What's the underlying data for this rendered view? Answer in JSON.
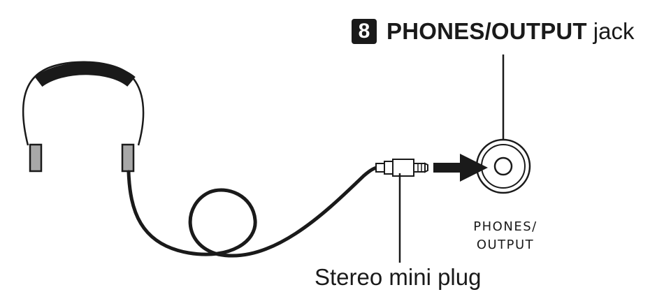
{
  "header": {
    "badge_number": "8",
    "jack_name": "PHONES/OUTPUT",
    "jack_suffix": "jack"
  },
  "jack": {
    "label_line1": "PHONES/",
    "label_line2": "OUTPUT"
  },
  "plug": {
    "label": "Stereo mini plug"
  },
  "colors": {
    "line": "#1a1a1a",
    "earcup_fill": "#a8a8a8",
    "background": "#ffffff"
  },
  "icons": [
    "headphones-icon",
    "stereo-plug-icon",
    "insert-arrow-icon",
    "jack-socket-icon"
  ]
}
